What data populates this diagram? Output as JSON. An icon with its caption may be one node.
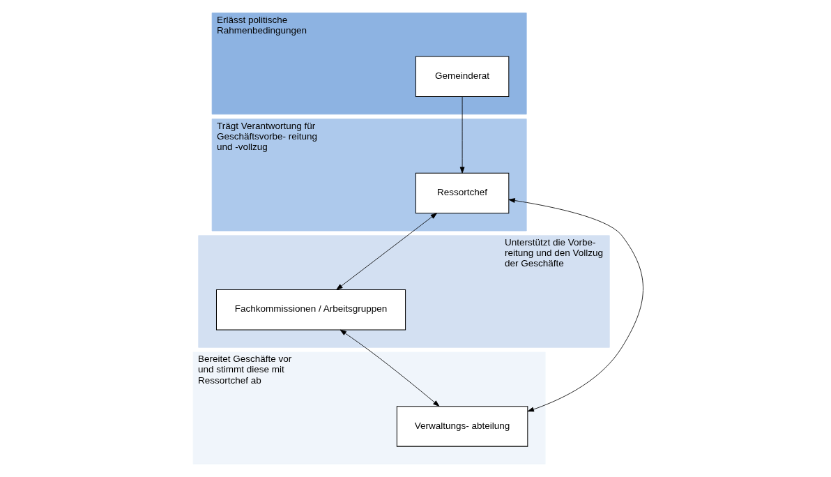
{
  "diagram": {
    "nodes": [
      {
        "text": [
          "Erlässt politische Rahmenbedingungen"
        ]
      },
      {
        "text": [
          "Gemeinderat"
        ],
        "in": 0
      },
      {
        "text": [
          "Trägt Verantwortung für Geschäftsvorbe- reitung und -vollzug"
        ]
      },
      {
        "text": [
          "Ressortchef"
        ],
        "in": 2
      },
      {
        "text": [
          "Unterstützt die Vorbe- reitung und den Vollzug der Geschäfte"
        ]
      },
      {
        "text": [
          "Fachkommissionen / Arbeitsgruppen"
        ],
        "in": 4
      },
      {
        "text": [
          "Bereitet Geschäfte vor und stimmt diese mit Ressortchef ab"
        ]
      },
      {
        "text": [
          "Verwaltungs- abteilung"
        ],
        "in": 6
      }
    ],
    "edges": [
      {
        "from": 1,
        "to": 3,
        "arrow": "to"
      },
      {
        "from": 3,
        "to": 7,
        "arrow": "both"
      },
      {
        "from": 3,
        "to": 5,
        "arrow": "both"
      },
      {
        "from": 5,
        "to": 7,
        "arrow": "both"
      }
    ]
  }
}
